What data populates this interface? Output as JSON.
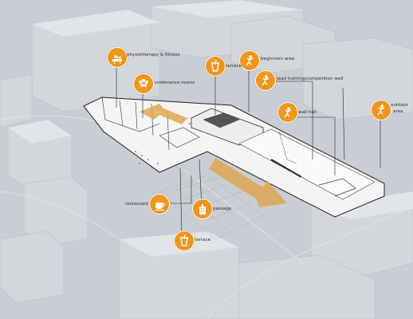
{
  "labels": {
    "physio": "physiotherapy & fitness",
    "conference": "conference rooms",
    "terrace_top": "terrace",
    "beginners": "beginners area",
    "lead": "lead training/competition wall",
    "wall_hall": "wall hall",
    "outdoor_line1": "outdoor",
    "outdoor_line2": "area",
    "restaurant": "restaurant",
    "passage": "passage",
    "terrace_bottom": "terrace"
  },
  "icons": {
    "physio": "massage-icon",
    "conference": "people-group-icon",
    "terrace_top": "drink-cup-icon",
    "beginners": "climber-icon",
    "lead": "climber-icon",
    "wall_hall": "climber-icon",
    "outdoor": "climber-icon",
    "restaurant": "coffee-cup-icon",
    "passage": "building-icon",
    "terrace_bottom": "drink-cup-icon"
  },
  "colors": {
    "accent": "#f0961c",
    "background": "#c9ced4",
    "building_outline": "#222222"
  }
}
